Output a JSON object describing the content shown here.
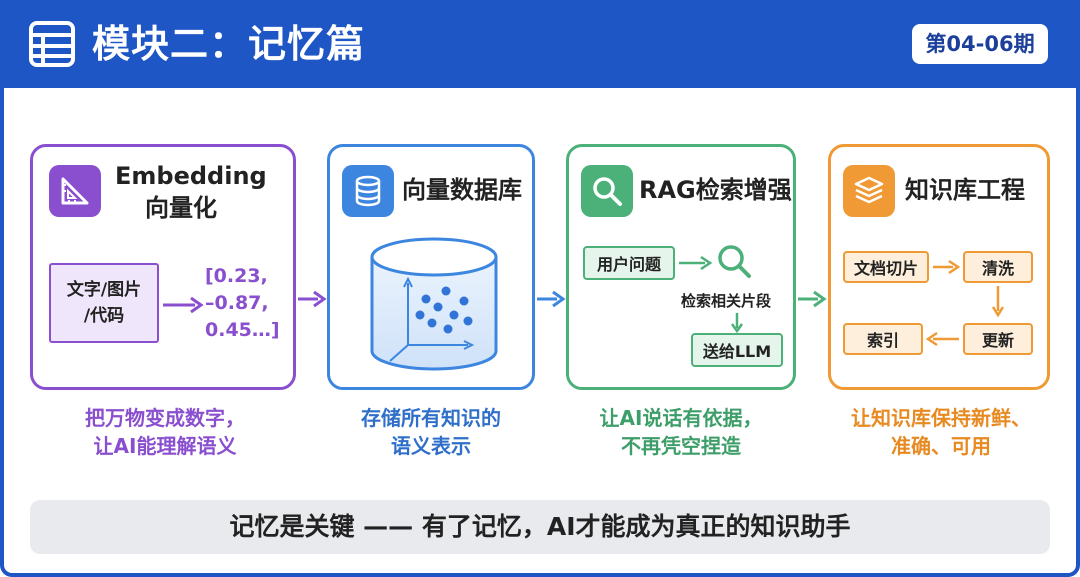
{
  "header": {
    "title": "模块二：记忆篇",
    "period": "第04-06期",
    "icon": "table-list-icon"
  },
  "colors": {
    "header_blue": "#1f56c5",
    "purple": "#8a4fcf",
    "blue": "#3c86e0",
    "green": "#4cb079",
    "orange": "#ef9a34"
  },
  "cards": [
    {
      "title_line1": "Embedding",
      "title_line2": "向量化",
      "icon": "ruler-triangle-icon",
      "input_line1": "文字/图片",
      "input_line2": "/代码",
      "vector_line1": "[0.23,",
      "vector_line2": "–0.87,",
      "vector_line3": "0.45…]",
      "caption_line1": "把万物变成数字，",
      "caption_line2": "让AI能理解语义"
    },
    {
      "title": "向量数据库",
      "icon": "database-icon",
      "caption_line1": "存储所有知识的",
      "caption_line2": "语义表示"
    },
    {
      "title": "RAG检索增强",
      "icon": "search-icon",
      "step_query": "用户问题",
      "step_retrieve": "检索相关片段",
      "step_send": "送给LLM",
      "caption_line1": "让AI说话有依据，",
      "caption_line2": "不再凭空捏造"
    },
    {
      "title": "知识库工程",
      "icon": "layers-icon",
      "step_chunk": "文档切片",
      "step_clean": "清洗",
      "step_update": "更新",
      "step_index": "索引",
      "caption_line1": "让知识库保持新鲜、",
      "caption_line2": "准确、可用"
    }
  ],
  "footer": {
    "text": "记忆是关键 —— 有了记忆，AI才能成为真正的知识助手"
  }
}
